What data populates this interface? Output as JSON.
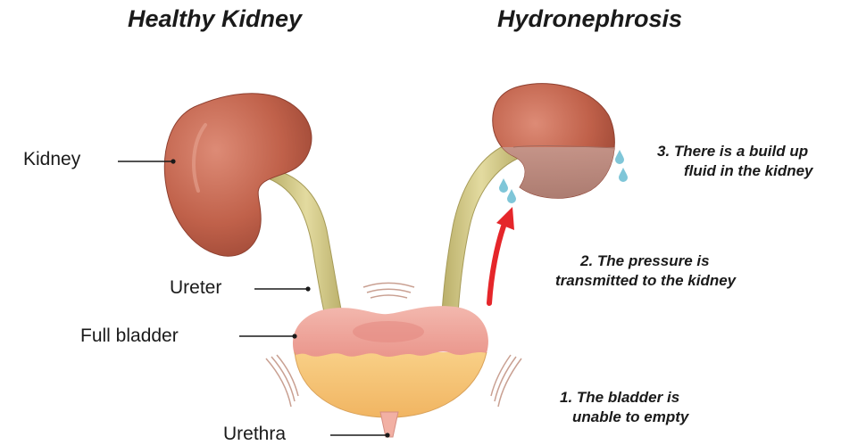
{
  "titles": {
    "left": "Healthy Kidney",
    "right": "Hydronephrosis"
  },
  "labels": {
    "kidney": "Kidney",
    "ureter": "Ureter",
    "full_bladder": "Full bladder",
    "urethra": "Urethra"
  },
  "steps": [
    {
      "line1": "1.  The bladder is",
      "line2": "unable to empty"
    },
    {
      "line1": "2.  The pressure is",
      "line2": "transmitted to the kidney"
    },
    {
      "line1": "3.  There is a build up",
      "line2": "fluid in the kidney"
    }
  ],
  "colors": {
    "kidney": "#c0614a",
    "kidney_highlight": "#d98672",
    "ureter": "#d8cf8e",
    "ureter_shade": "#b5ab66",
    "bladder_top": "#f0a9a0",
    "bladder_urine": "#f6c77a",
    "fluid": "#b78b80",
    "drops": "#7fc6d8",
    "arrow": "#e5262a"
  }
}
